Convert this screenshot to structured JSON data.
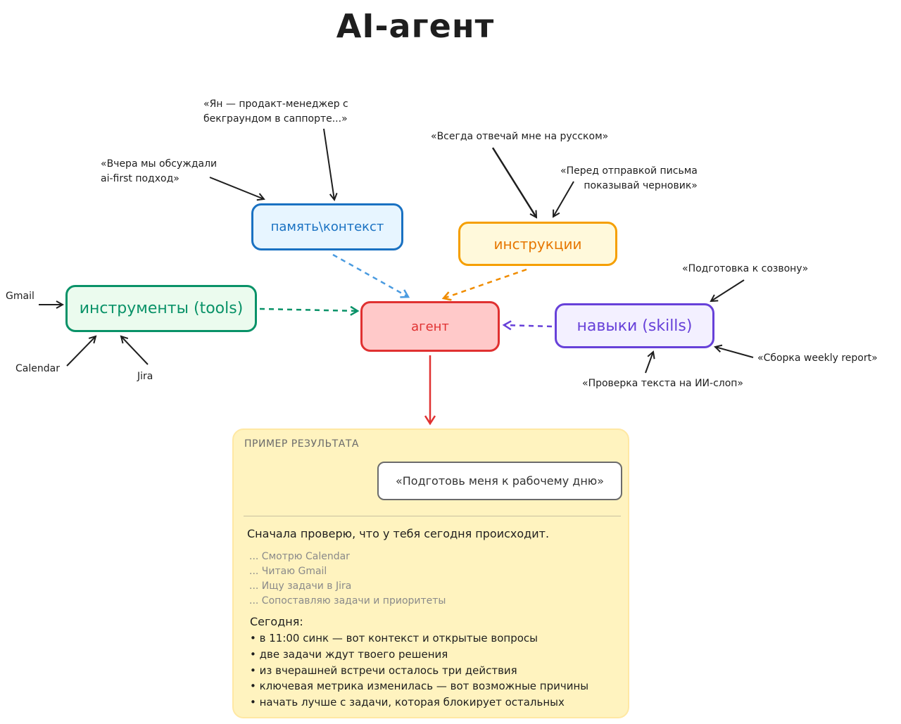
{
  "title": "AI-агент",
  "nodes": {
    "memory": "память\\контекст",
    "instructions": "инструкции",
    "tools": "инструменты (tools)",
    "agent": "агент",
    "skills": "навыки (skills)"
  },
  "notes": {
    "memory_persona": [
      "«Ян — продакт-менеджер с",
      "бекграундом в саппорте...»"
    ],
    "memory_yesterday": [
      "«Вчера мы обсуждали",
      "ai-first подход»"
    ],
    "instr_russian": "«Всегда отвечай мне на русском»",
    "instr_draft": [
      "«Перед отправкой письма",
      "показывай черновик»"
    ],
    "tool_gmail": "Gmail",
    "tool_calendar": "Calendar",
    "tool_jira": "Jira",
    "skill_call": "«Подготовка к созвону»",
    "skill_weekly": "«Сборка weekly report»",
    "skill_check": "«Проверка текста на ИИ-слоп»"
  },
  "colors": {
    "memory": "#1971c2",
    "instructions": "#f59f00",
    "tools": "#099268",
    "agent": "#e03131",
    "skills": "#6741d9"
  },
  "result": {
    "heading": "ПРИМЕР РЕЗУЛЬТАТА",
    "request": "«Подготовь меня к рабочему дню»",
    "intro": "Сначала проверю, что у тебя сегодня происходит.",
    "steps": [
      "... Смотрю Calendar",
      "... Читаю Gmail",
      "... Ищу задачи в Jira",
      "... Сопоставляю задачи и приоритеты"
    ],
    "today_label": "Сегодня:",
    "today_items": [
      "в 11:00 синк — вот контекст и открытые вопросы",
      "две задачи ждут твоего решения",
      "из вчерашней встречи осталось три действия",
      "ключевая метрика изменилась — вот возможные причины",
      "начать лучше с задачи, которая блокирует остальных"
    ]
  }
}
